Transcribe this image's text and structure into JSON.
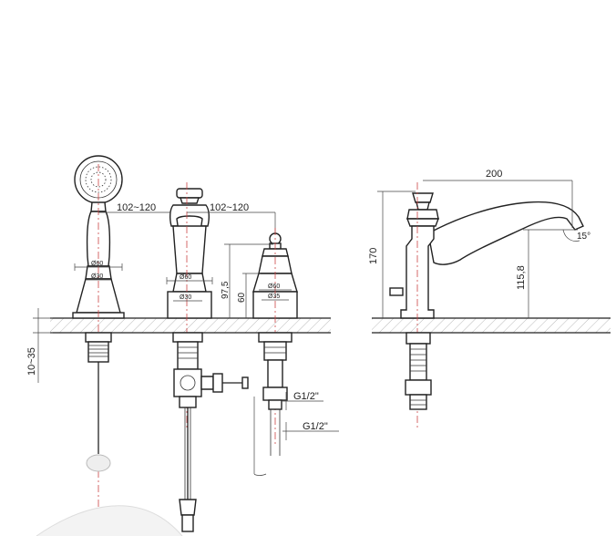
{
  "labels": {
    "spacing_left": "102~120",
    "spacing_right": "102~120",
    "deck_thickness": "10~35",
    "height_valve_total": "97,5",
    "height_valve_body": "60",
    "thread_upper": "G1/2\"",
    "thread_lower": "G1/2\"",
    "dia_60_shower": "Ø60",
    "dia_30_shower": "Ø30",
    "dia_60_mixer": "Ø60",
    "dia_30_mixer": "Ø30",
    "dia_60_valve": "Ø60",
    "dia_35_valve": "Ø35",
    "spout_reach": "200",
    "spout_total_height": "170",
    "spout_outlet_height": "115,8",
    "spout_angle": "15°"
  }
}
